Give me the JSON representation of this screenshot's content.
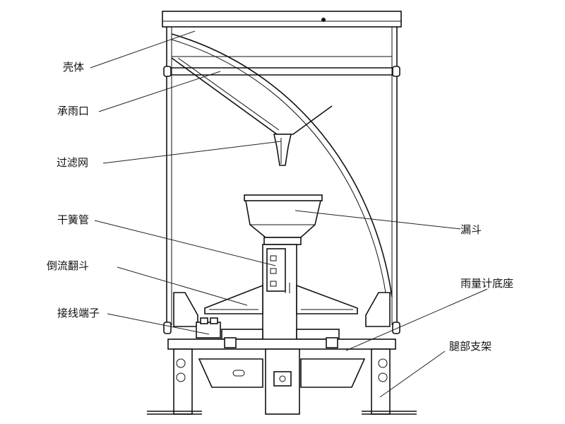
{
  "labels": {
    "shell": "壳体",
    "catch_mouth": "承雨口",
    "filter_screen": "过滤网",
    "reed_switch": "干簧管",
    "tipping_bucket": "倒流翻斗",
    "terminal": "接线端子",
    "funnel": "漏斗",
    "gauge_base": "雨量计底座",
    "leg_bracket": "腿部支架"
  }
}
